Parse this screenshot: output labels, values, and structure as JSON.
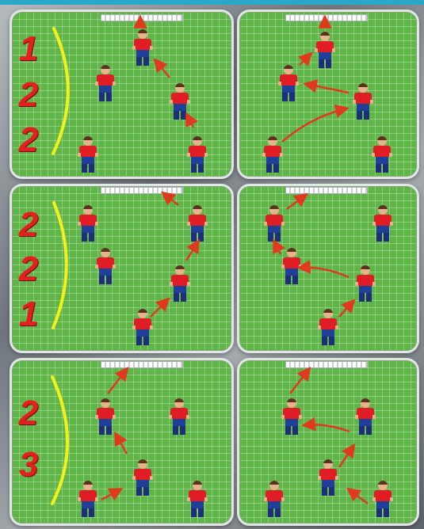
{
  "formations": [
    {
      "name": "1-2-2",
      "digits": [
        "1",
        "2",
        "2"
      ]
    },
    {
      "name": "2-2-1",
      "digits": [
        "2",
        "2",
        "1"
      ]
    },
    {
      "name": "2-3",
      "digits": [
        "2",
        "3"
      ]
    }
  ],
  "colors": {
    "pitch": "#5fb548",
    "arrow": "#e03a1e",
    "bracket": "#f3f01c",
    "digit": "#e3201b",
    "shirt": "#e01c24",
    "shorts": "#1f3f99"
  },
  "icons": {
    "player": "player-figure-icon",
    "goal": "goal-icon",
    "arrow": "pass-arrow-icon",
    "bracket": "formation-bracket-icon"
  }
}
